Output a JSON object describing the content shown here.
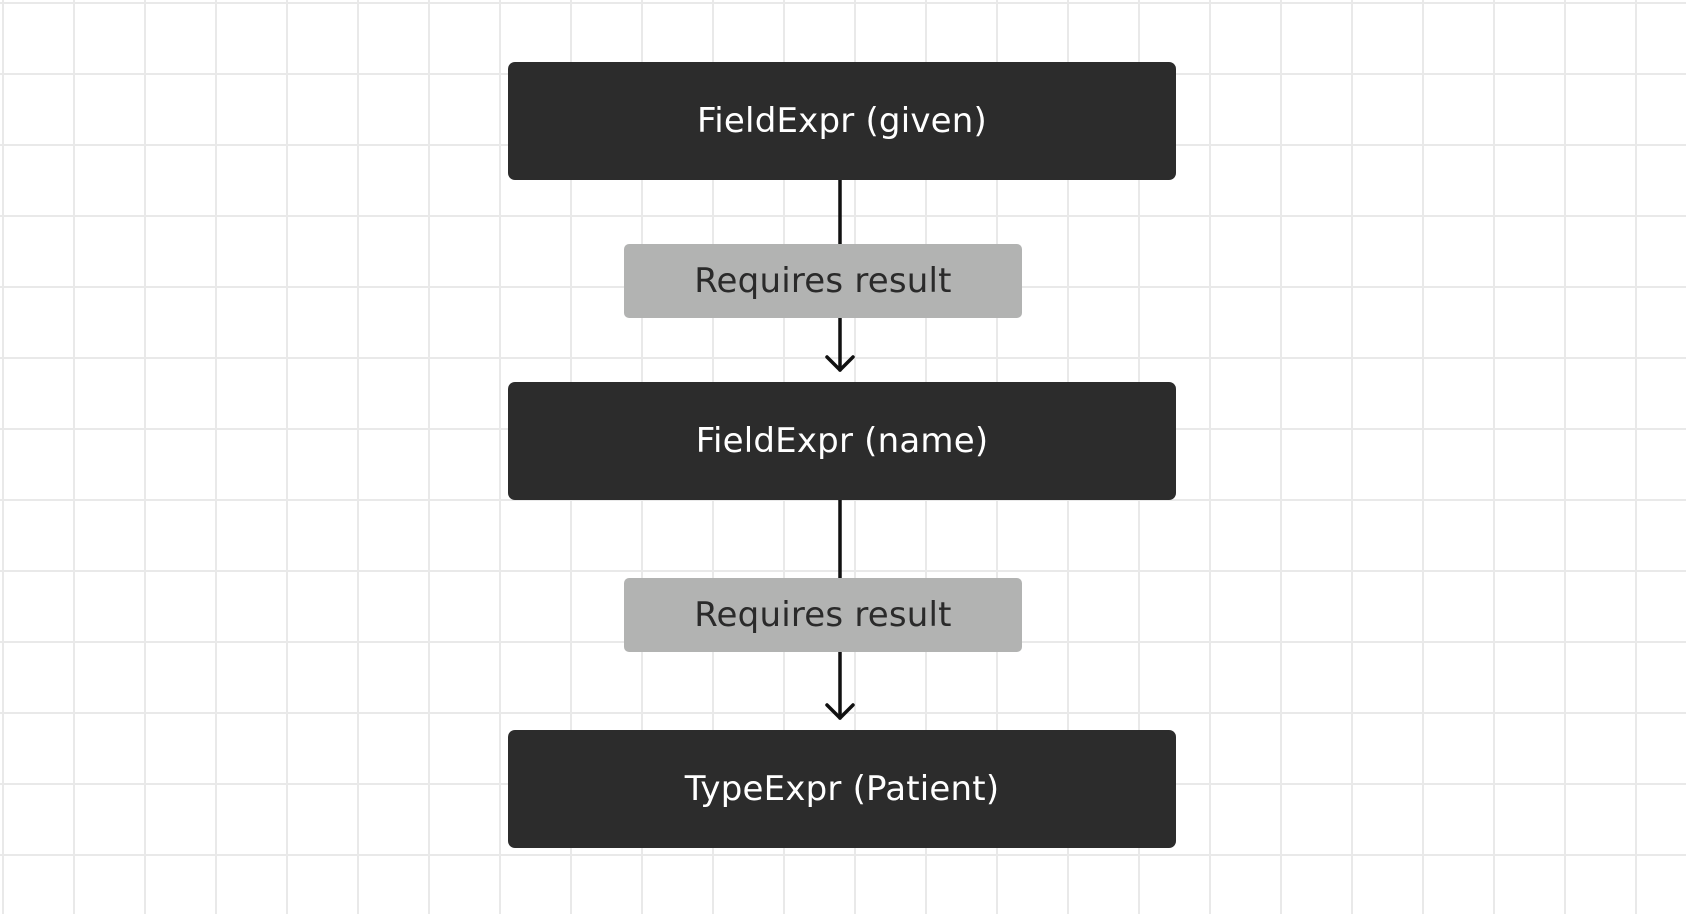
{
  "diagram": {
    "nodes": [
      {
        "label": "FieldExpr (given)"
      },
      {
        "label": "FieldExpr (name)"
      },
      {
        "label": "TypeExpr (Patient)"
      }
    ],
    "edges": [
      {
        "from": 0,
        "to": 1,
        "label": "Requires result"
      },
      {
        "from": 1,
        "to": 2,
        "label": "Requires result"
      }
    ]
  },
  "colors": {
    "node_fill": "#2c2c2c",
    "node_text": "#ffffff",
    "edge_label_fill": "#b2b3b2",
    "edge_label_text": "#2a2a2a",
    "connector": "#111111",
    "grid_line": "#e9e9e9",
    "background": "#ffffff"
  }
}
